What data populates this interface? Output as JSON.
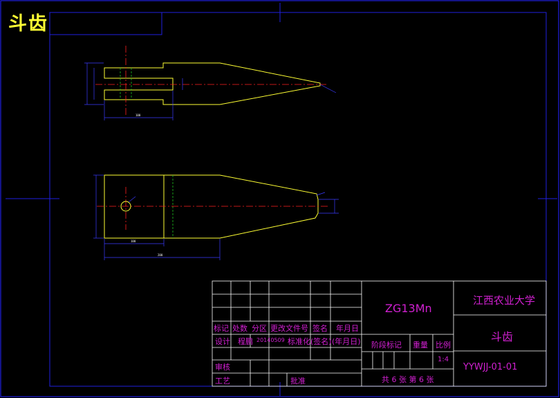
{
  "drawing": {
    "part_name_corner": "斗齿",
    "material": "ZG13Mn",
    "institution": "江西农业大学",
    "part_name": "斗齿",
    "drawing_number": "YYWJJ-01-01",
    "scale": "1:4",
    "sheet_info": "共 6 张 第 6 张"
  },
  "title_block": {
    "h_mark": "标记",
    "h_count": "处数",
    "h_zone": "分区",
    "h_change_doc": "更改文件号",
    "h_sign": "签名",
    "h_date": "年月日",
    "r_design": "设计",
    "r_designer": "程鹏",
    "r_date_value": "20140509",
    "r_standard": "标准化",
    "r_sign2": "(签名)",
    "r_date2": "(年月日)",
    "r_review": "审核",
    "r_process": "工艺",
    "r_approve": "批准",
    "h_stage": "阶段标记",
    "h_weight": "重量",
    "h_scale": "比例"
  },
  "colors": {
    "border": "#2020e0",
    "outline": "#ffff33",
    "centerline": "#ff2020",
    "hidden": "#20c020",
    "dimension": "#3a3aff",
    "text": "#d020d0",
    "grid": "#ffffff"
  }
}
